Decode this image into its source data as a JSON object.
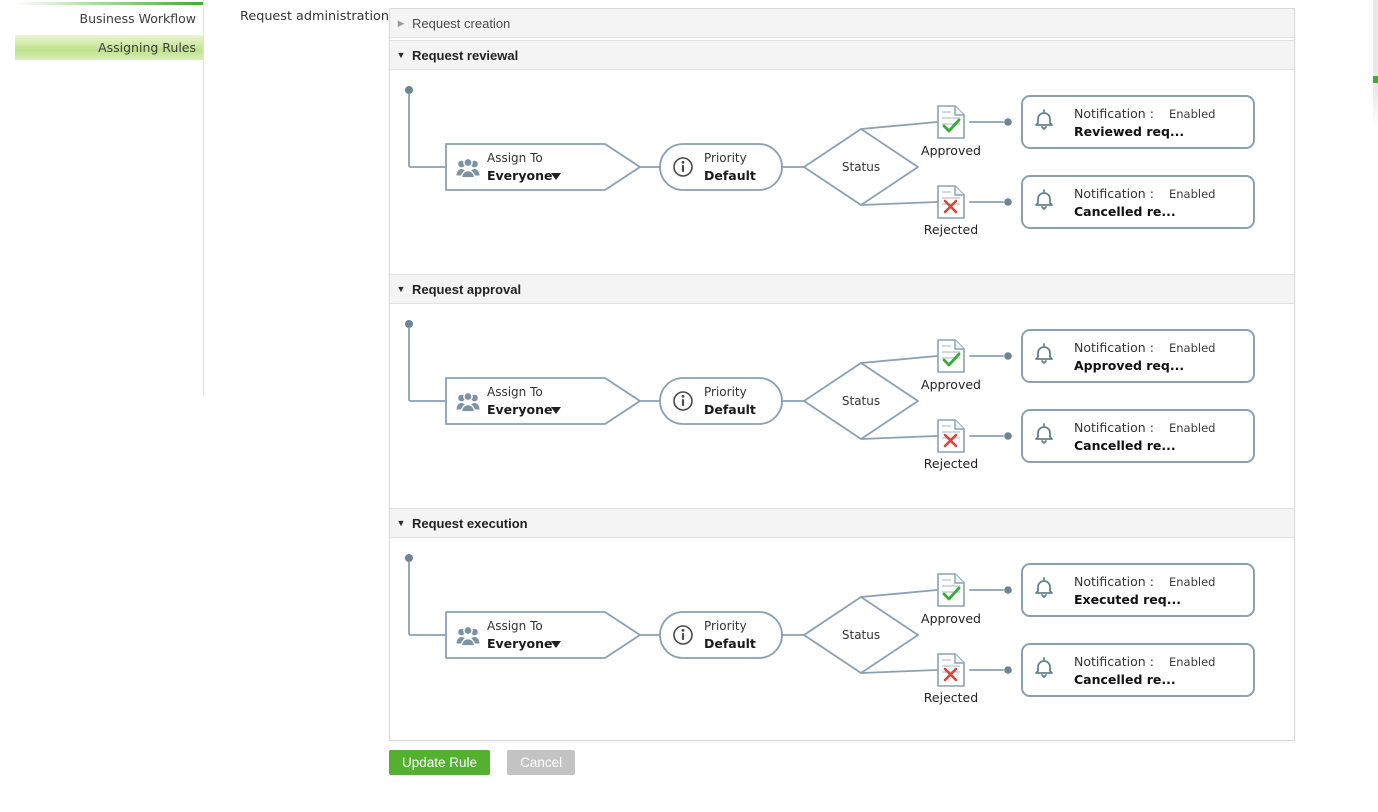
{
  "sidebar": {
    "items": [
      {
        "label": "Business Workflow",
        "active": false
      },
      {
        "label": "Assigning Rules",
        "active": true
      }
    ]
  },
  "page": {
    "title": "Request administration"
  },
  "buttons": {
    "update_label": "Update Rule",
    "cancel_label": "Cancel"
  },
  "colors": {
    "accent_green": "#53b12f",
    "active_item_green": "#cfe9a4",
    "node_border": "#879fb0",
    "connector": "#8ba1b2",
    "approved_check": "#3aa83a",
    "rejected_x": "#d9443f"
  },
  "sections": [
    {
      "label": "Request creation",
      "expanded": false
    },
    {
      "label": "Request reviewal",
      "expanded": true,
      "diagram": {
        "assign": {
          "label": "Assign To",
          "value": "Everyone"
        },
        "priority": {
          "label": "Priority",
          "value": "Default"
        },
        "status": {
          "label": "Status"
        },
        "branches": [
          {
            "label": "Approved"
          },
          {
            "label": "Rejected"
          }
        ],
        "notifications": [
          {
            "label": "Notification :",
            "state": "Enabled",
            "name": "Reviewed req..."
          },
          {
            "label": "Notification :",
            "state": "Enabled",
            "name": "Cancelled re..."
          }
        ]
      }
    },
    {
      "label": "Request approval",
      "expanded": true,
      "diagram": {
        "assign": {
          "label": "Assign To",
          "value": "Everyone"
        },
        "priority": {
          "label": "Priority",
          "value": "Default"
        },
        "status": {
          "label": "Status"
        },
        "branches": [
          {
            "label": "Approved"
          },
          {
            "label": "Rejected"
          }
        ],
        "notifications": [
          {
            "label": "Notification :",
            "state": "Enabled",
            "name": "Approved req..."
          },
          {
            "label": "Notification :",
            "state": "Enabled",
            "name": "Cancelled re..."
          }
        ]
      }
    },
    {
      "label": "Request execution",
      "expanded": true,
      "diagram": {
        "assign": {
          "label": "Assign To",
          "value": "Everyone"
        },
        "priority": {
          "label": "Priority",
          "value": "Default"
        },
        "status": {
          "label": "Status"
        },
        "branches": [
          {
            "label": "Approved"
          },
          {
            "label": "Rejected"
          }
        ],
        "notifications": [
          {
            "label": "Notification :",
            "state": "Enabled",
            "name": "Executed req..."
          },
          {
            "label": "Notification :",
            "state": "Enabled",
            "name": "Cancelled re..."
          }
        ]
      }
    }
  ]
}
